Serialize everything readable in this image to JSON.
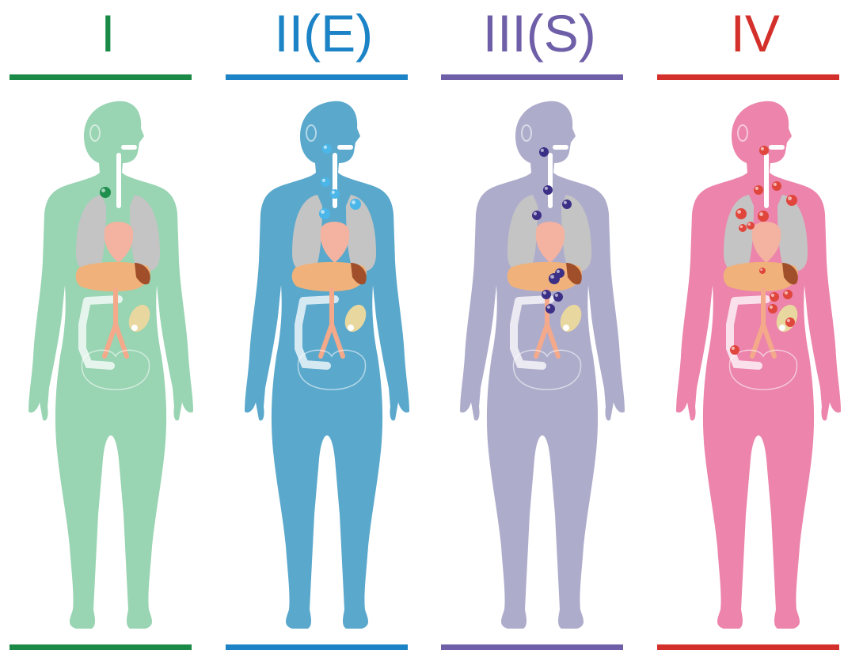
{
  "stages": [
    {
      "label": "I",
      "color": "#1b8a47",
      "body_color": "#99d4b3",
      "node_color": "#1f8f4e",
      "nodes": "stage-i"
    },
    {
      "label": "II(E)",
      "color": "#1c84c6",
      "body_color": "#5aa8cc",
      "node_color": "#4bb6e8",
      "nodes": "stage-ii"
    },
    {
      "label": "III(S)",
      "color": "#6e5fa8",
      "body_color": "#aeaccb",
      "node_color": "#3b2f86",
      "nodes": "stage-iii"
    },
    {
      "label": "IV",
      "color": "#d4302b",
      "body_color": "#ec84ab",
      "node_color": "#e0463c",
      "nodes": "stage-iv"
    }
  ]
}
